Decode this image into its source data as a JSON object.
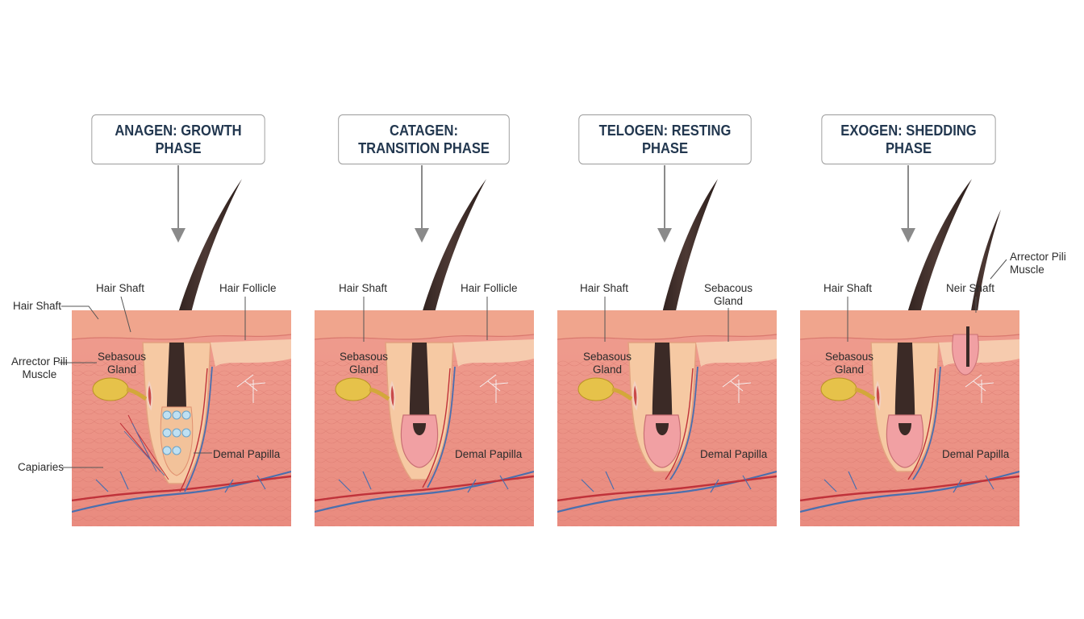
{
  "phases": [
    {
      "title_lines": [
        "ANAGEN: GROWTH PHASE"
      ]
    },
    {
      "title_lines": [
        "CATAGEN:",
        "TRANSITION PHASE"
      ]
    },
    {
      "title_lines": [
        "TELOGEN: RESTING PHASE"
      ]
    },
    {
      "title_lines": [
        "EXOGEN: SHEDDING PHASE"
      ]
    }
  ],
  "outer_labels": {
    "hair_shaft": "Hair Shaft",
    "arrector_pili_muscle": [
      "Arrector Pili",
      "Muscle"
    ],
    "capillaries": "Capiaries"
  },
  "panel_labels": {
    "anagen": {
      "hair_shaft": "Hair Shaft",
      "hair_follicle": "Hair Follicle",
      "sebaceous_gland": [
        "Sebasous",
        "Gland"
      ],
      "dermal_papilla": "Demal Papilla"
    },
    "catagen": {
      "hair_shaft": "Hair Shaft",
      "hair_follicle": "Hair Follicle",
      "sebaceous_gland": [
        "Sebasous",
        "Gland"
      ],
      "dermal_papilla": "Demal Papilla"
    },
    "telogen": {
      "hair_shaft": "Hair Shaft",
      "sebaceous_gland_top": [
        "Sebacous",
        "Gland"
      ],
      "sebaceous_gland": [
        "Sebasous",
        "Gland"
      ],
      "dermal_papilla": "Demal Papilla"
    },
    "exogen": {
      "hair_shaft": "Hair Shaft",
      "new_shaft": "Neir Shaft",
      "arrector_pili_muscle": [
        "Arrector Pili",
        "Muscle"
      ],
      "sebaceous_gland": [
        "Sebasous",
        "Gland"
      ],
      "dermal_papilla": "Demal Papilla"
    }
  },
  "colors": {
    "title_text": "#22374f",
    "epidermis": "#f0a58d",
    "dermis": "#e98b7f",
    "follicle_sheath": "#f6c9a3",
    "hair": "#3b2a26",
    "papilla": "#f1a0a3",
    "sebaceous_gland": "#e6c24a",
    "artery": "#c0323a",
    "vein": "#4a6fae"
  }
}
